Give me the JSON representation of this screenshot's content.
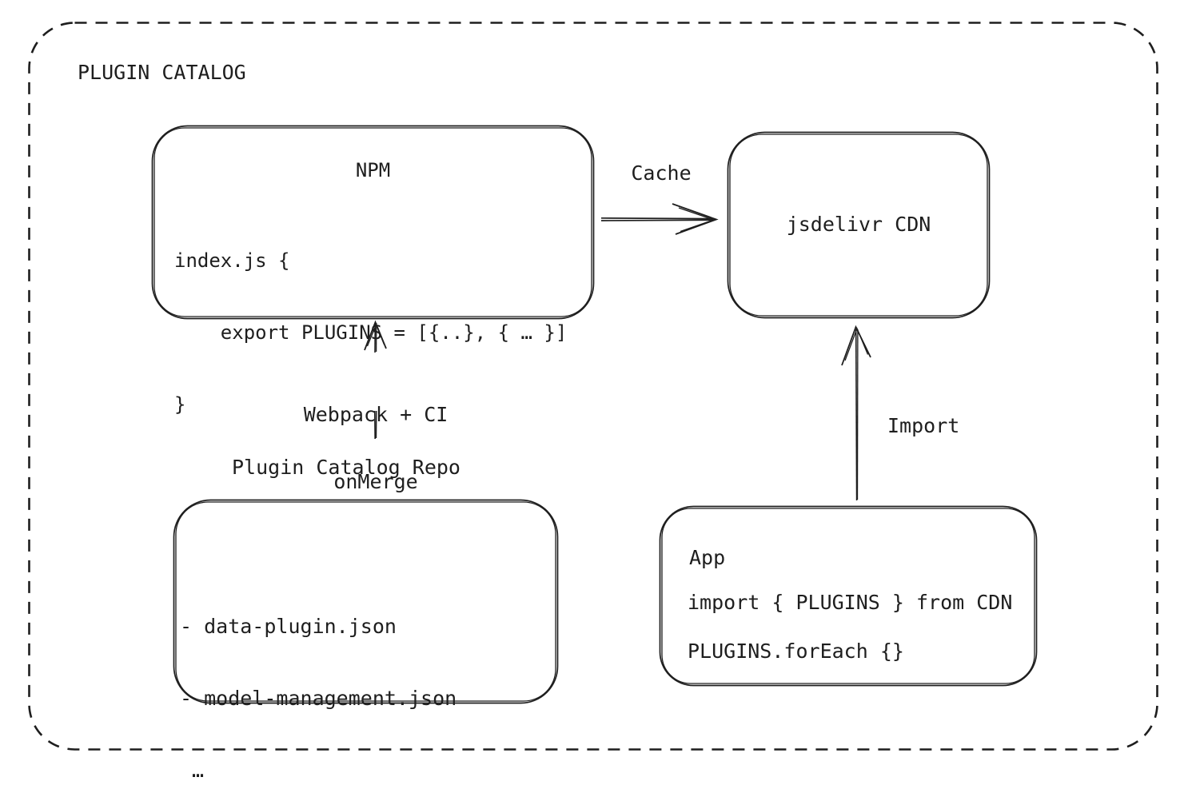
{
  "diagram": {
    "title": "PLUGIN CATALOG",
    "nodes": {
      "npm": {
        "title": "NPM",
        "code_lines": [
          "index.js {",
          "    export PLUGINS = [{..}, { … }]",
          "}"
        ]
      },
      "cdn": {
        "title": "jsdelivr CDN"
      },
      "repo": {
        "title": "Plugin Catalog Repo",
        "items": [
          "- data-plugin.json",
          "- model-management.json",
          " …"
        ]
      },
      "app": {
        "title": "App",
        "code_lines": [
          "import { PLUGINS } from CDN",
          "PLUGINS.forEach {}"
        ]
      }
    },
    "edges": {
      "cache": {
        "label": "Cache",
        "from": "NPM",
        "to": "jsdelivr CDN"
      },
      "build": {
        "label_lines": [
          "Webpack + CI",
          "onMerge"
        ],
        "from": "Plugin Catalog Repo",
        "to": "NPM"
      },
      "import": {
        "label": "Import",
        "from": "App",
        "to": "jsdelivr CDN"
      }
    },
    "colors": {
      "stroke": "#1e1e1e",
      "background": "#ffffff"
    }
  }
}
